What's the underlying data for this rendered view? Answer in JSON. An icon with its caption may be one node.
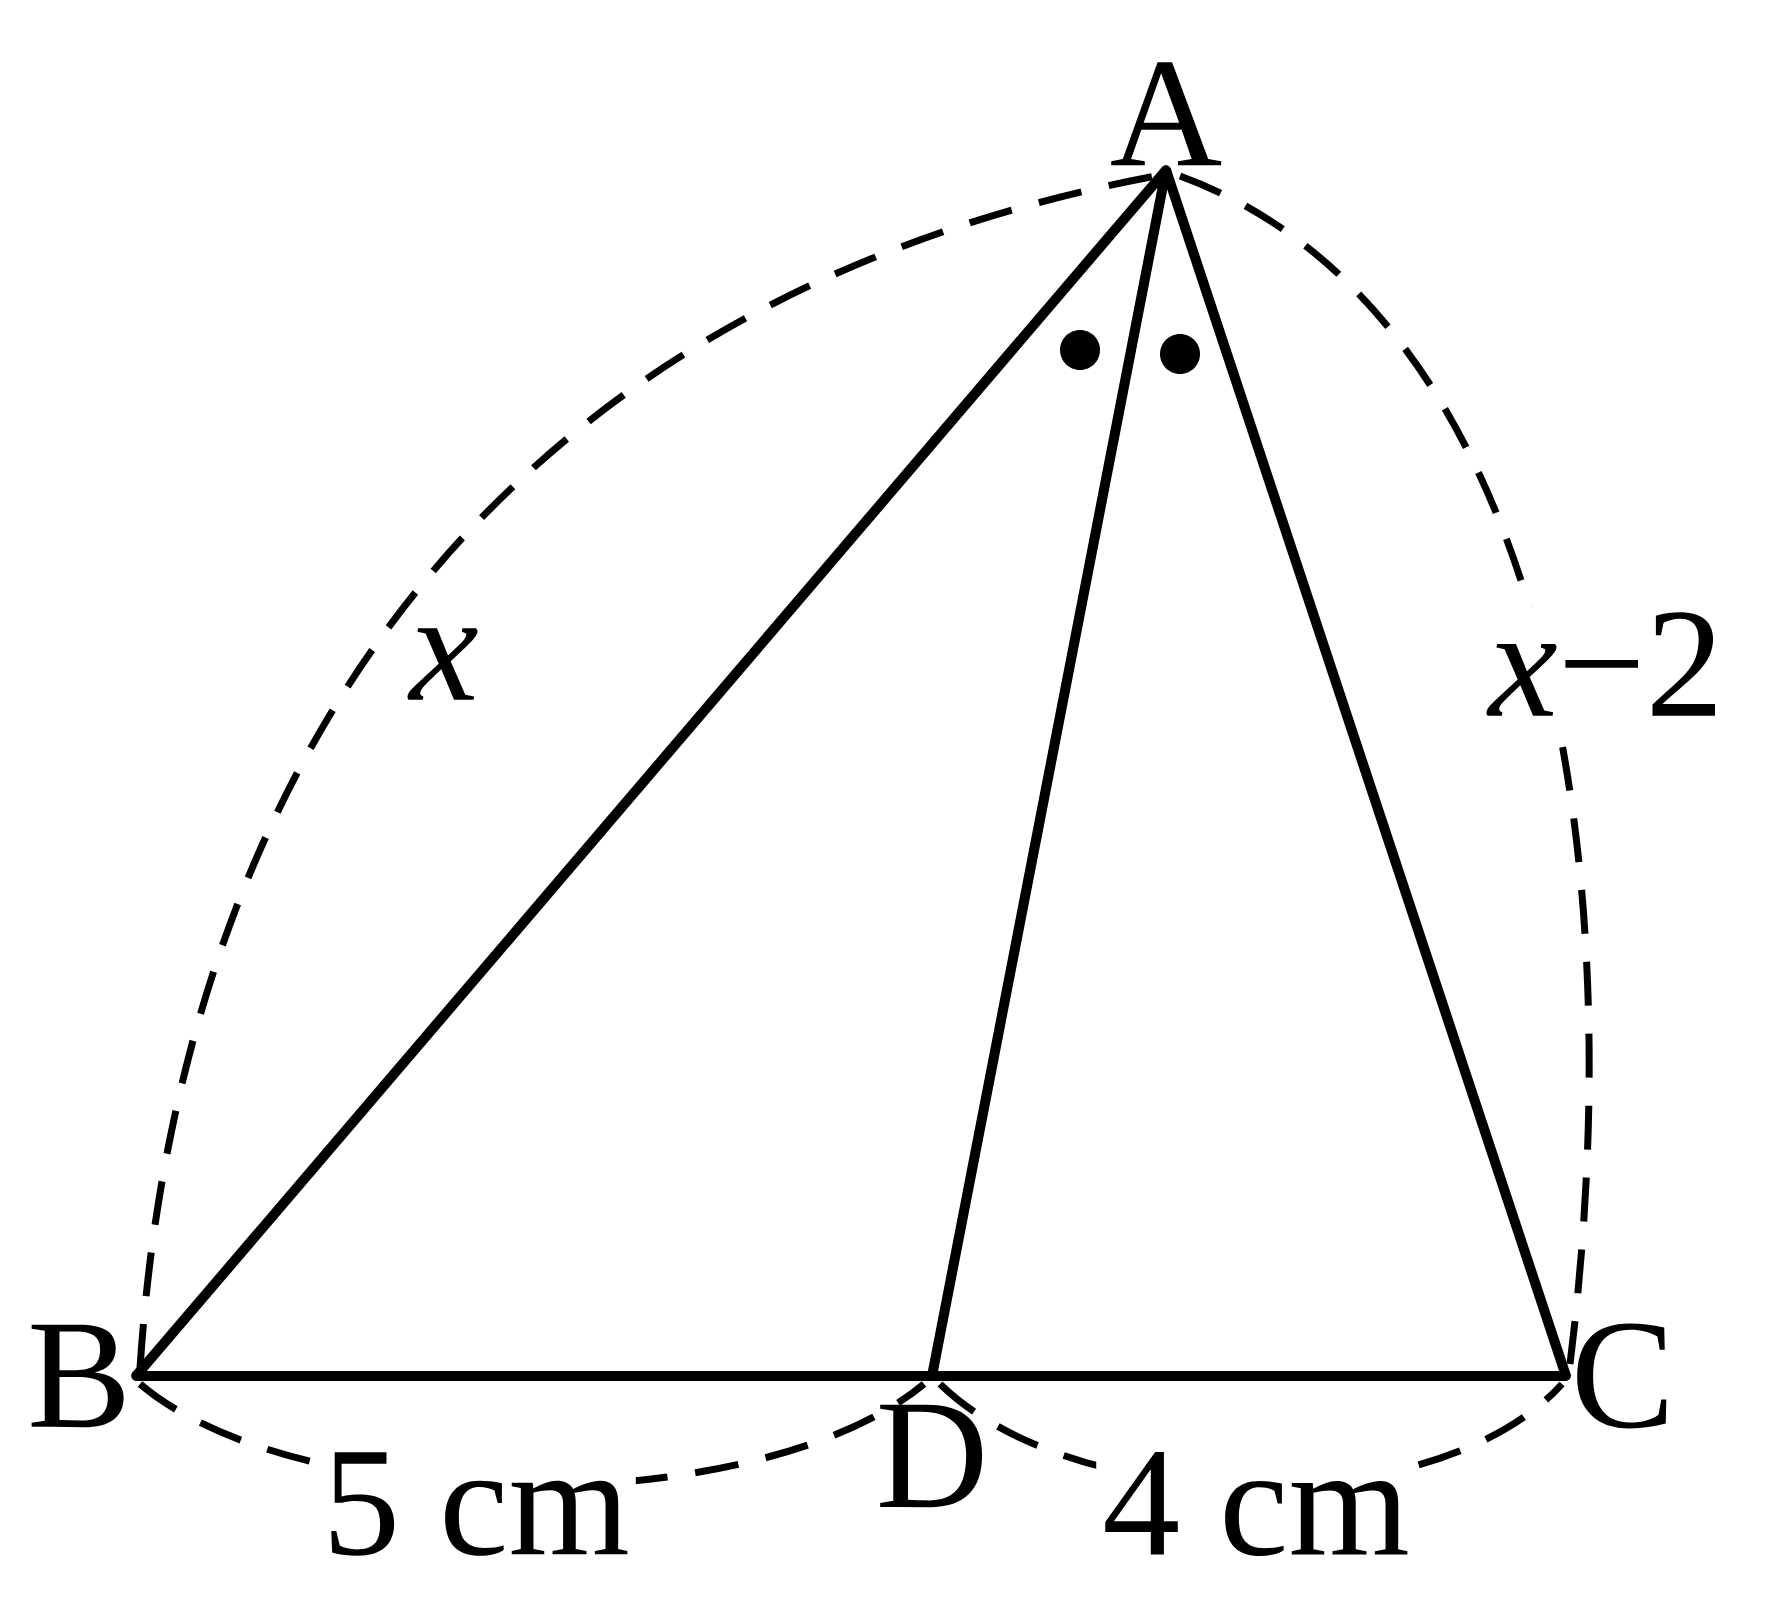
{
  "diagram": {
    "nodes": [
      {
        "text": [
          "A"
        ]
      },
      {
        "text": [
          "B"
        ]
      },
      {
        "text": [
          "D"
        ]
      },
      {
        "text": [
          "C"
        ]
      }
    ],
    "edges": [
      {
        "from": 0,
        "to": 1,
        "arrow": "none"
      },
      {
        "from": 0,
        "to": 2,
        "arrow": "none"
      },
      {
        "from": 0,
        "to": 3,
        "arrow": "none"
      },
      {
        "from": 1,
        "to": 2,
        "arrow": "none"
      },
      {
        "from": 2,
        "to": 3,
        "arrow": "none"
      }
    ],
    "labels": [
      "x",
      "*x*−2",
      "5 cm",
      "4 cm"
    ]
  }
}
